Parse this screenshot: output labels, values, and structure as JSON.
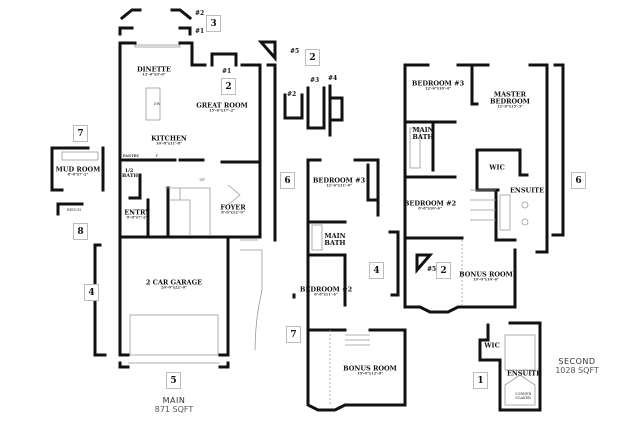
{
  "main_floor": {
    "title": "MAIN",
    "sqft": "871 SQFT",
    "rooms": {
      "dinette": {
        "name": "DINETTE",
        "dim": "12'-0\"x9'-6\""
      },
      "great_room": {
        "name": "GREAT ROOM",
        "dim": "15'-6\"x17'-2\""
      },
      "kitchen": {
        "name": "KITCHEN",
        "dim": "10'-8\"x11'-8\""
      },
      "pantry": {
        "name": "PANTRY"
      },
      "half_bath": {
        "name": "1/2 BATH"
      },
      "mud_room": {
        "name": "MUD ROOM",
        "dim": "8'-8\"x7'-2\""
      },
      "entry": {
        "name": "ENTRY",
        "dim": "9'-8\"x7'-2\""
      },
      "foyer": {
        "name": "FOYER",
        "dim": "8'-6\"x12'-9\""
      },
      "garage": {
        "name": "2 CAR GARAGE",
        "dim": "20'-0\"x22'-0\""
      }
    },
    "small_labels": {
      "dw": "DW",
      "fridge": "F",
      "bench": "BENCH",
      "up": "UP"
    }
  },
  "second_floor_option": {
    "rooms": {
      "bedroom3": {
        "name": "BEDROOM #3",
        "dim": "12'-6\"x11'-0\""
      },
      "main_bath": {
        "name": "MAIN BATH"
      },
      "bedroom2": {
        "name": "BEDROOM #2",
        "dim": "8'-8\"x11'-4\""
      },
      "bonus_room": {
        "name": "BONUS ROOM",
        "dim": "19'-0\"x12'-8\""
      }
    }
  },
  "second_floor": {
    "title": "SECOND",
    "sqft": "1028 SQFT",
    "rooms": {
      "bedroom3": {
        "name": "BEDROOM #3",
        "dim": "12'-6\"x10'-4\""
      },
      "master": {
        "name": "MASTER BEDROOM",
        "dim": "12'-6\"x15'-3\""
      },
      "main_bath": {
        "name": "MAIN BATH"
      },
      "wic": {
        "name": "WIC"
      },
      "ensuite": {
        "name": "ENSUITE"
      },
      "bedroom2": {
        "name": "BEDROOM #2",
        "dim": "8'-8\"x10'-6\""
      },
      "bonus_room": {
        "name": "BONUS ROOM",
        "dim": "19'-0\"x10'-6\""
      },
      "wic_alt": {
        "name": "WIC"
      },
      "ensuite_alt": {
        "name": "ENSUITE"
      },
      "corner_soaker": {
        "name": "CORNER SOAKER"
      }
    }
  },
  "option_markers": {
    "n1": "1",
    "n2": "2",
    "n3": "3",
    "n4": "4",
    "n5": "5",
    "n6": "6",
    "n7": "7",
    "n8": "8"
  },
  "fireplace_options": {
    "o1": "#1",
    "o2": "#2",
    "o3": "#3",
    "o4": "#4",
    "o5": "#5"
  }
}
